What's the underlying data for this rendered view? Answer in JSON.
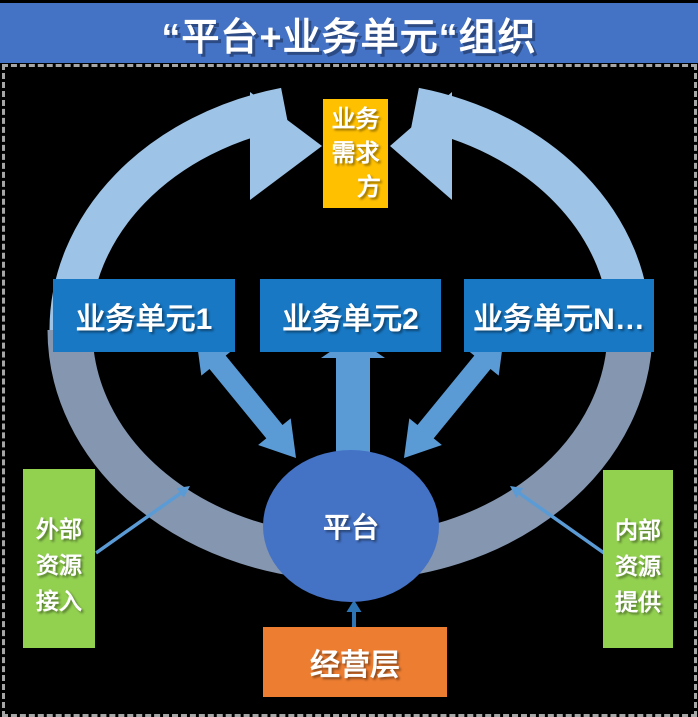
{
  "title": "“平台+业务单元“组织",
  "colors": {
    "background": "#000000",
    "banner_blue": "#4472c4",
    "unit_box_blue": "#1878c4",
    "platform_circle_blue": "#4472c4",
    "flow_arc_light_blue": "#9dc3e6",
    "flow_arc_gray_blue": "#8496b0",
    "arrow_medium_blue": "#5b9bd5",
    "arrow_dark_blue": "#2e75b6",
    "demand_box_amber": "#ffc000",
    "management_box_orange": "#ed7d31",
    "resource_box_green": "#92d050",
    "dashed_border_gray": "#a6a6a6"
  },
  "nodes": {
    "demand": {
      "label": "业务需求方",
      "lines": [
        "业务",
        "需求",
        "方"
      ]
    },
    "units": [
      {
        "label": "业务单元1"
      },
      {
        "label": "业务单元2"
      },
      {
        "label": "业务单元N…"
      }
    ],
    "platform": {
      "label": "平台"
    },
    "management": {
      "label": "经营层"
    },
    "external_resource": {
      "label": "外部资源接入",
      "lines": [
        "外部",
        "资源",
        "接入"
      ]
    },
    "internal_resource": {
      "label": "内部资源提供",
      "lines": [
        "内部",
        "资源",
        "提供"
      ]
    }
  }
}
